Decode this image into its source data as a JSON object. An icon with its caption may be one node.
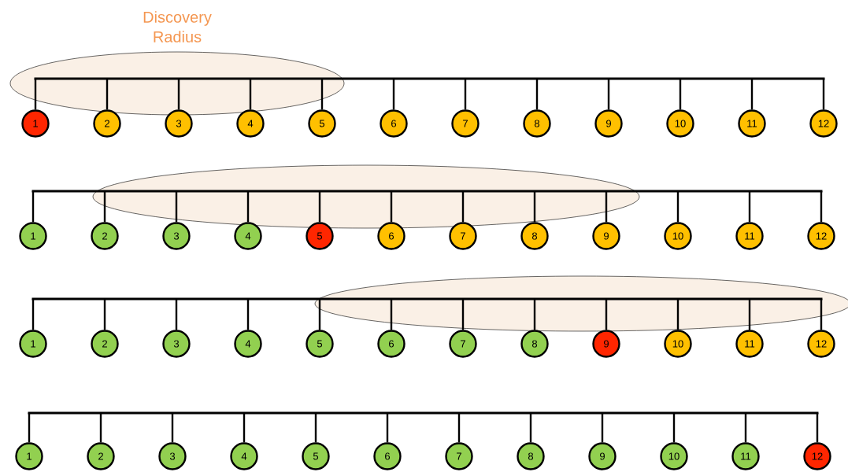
{
  "diagram": {
    "nodes": [
      {
        "text": [],
        "shape": "bar"
      },
      {
        "text": [
          "1"
        ]
      },
      {
        "text": [
          "2"
        ]
      },
      {
        "text": [
          "3"
        ]
      },
      {
        "text": [
          "4"
        ]
      },
      {
        "text": [
          "5"
        ]
      },
      {
        "text": [
          "6"
        ]
      },
      {
        "text": [
          "7"
        ]
      },
      {
        "text": [
          "8"
        ]
      },
      {
        "text": [
          "9"
        ]
      },
      {
        "text": [
          "10"
        ]
      },
      {
        "text": [
          "11"
        ]
      },
      {
        "text": [
          "12"
        ]
      },
      {
        "text": [],
        "shape": "bar"
      },
      {
        "text": [
          "1"
        ]
      },
      {
        "text": [
          "2"
        ]
      },
      {
        "text": [
          "3"
        ]
      },
      {
        "text": [
          "4"
        ]
      },
      {
        "text": [
          "5"
        ]
      },
      {
        "text": [
          "6"
        ]
      },
      {
        "text": [
          "7"
        ]
      },
      {
        "text": [
          "8"
        ]
      },
      {
        "text": [
          "9"
        ]
      },
      {
        "text": [
          "10"
        ]
      },
      {
        "text": [
          "11"
        ]
      },
      {
        "text": [
          "12"
        ]
      },
      {
        "text": [],
        "shape": "bar"
      },
      {
        "text": [
          "1"
        ]
      },
      {
        "text": [
          "2"
        ]
      },
      {
        "text": [
          "3"
        ]
      },
      {
        "text": [
          "4"
        ]
      },
      {
        "text": [
          "5"
        ]
      },
      {
        "text": [
          "6"
        ]
      },
      {
        "text": [
          "7"
        ]
      },
      {
        "text": [
          "8"
        ]
      },
      {
        "text": [
          "9"
        ]
      },
      {
        "text": [
          "10"
        ]
      },
      {
        "text": [
          "11"
        ]
      },
      {
        "text": [
          "12"
        ]
      },
      {
        "text": [],
        "shape": "bar"
      },
      {
        "text": [
          "1"
        ]
      },
      {
        "text": [
          "2"
        ]
      },
      {
        "text": [
          "3"
        ]
      },
      {
        "text": [
          "4"
        ]
      },
      {
        "text": [
          "5"
        ]
      },
      {
        "text": [
          "6"
        ]
      },
      {
        "text": [
          "7"
        ]
      },
      {
        "text": [
          "8"
        ]
      },
      {
        "text": [
          "9"
        ]
      },
      {
        "text": [
          "10"
        ]
      },
      {
        "text": [
          "11"
        ]
      },
      {
        "text": [
          "12"
        ]
      }
    ],
    "edges": [
      {
        "from": 0,
        "to": 1,
        "arrow": "none"
      },
      {
        "from": 0,
        "to": 2,
        "arrow": "none"
      },
      {
        "from": 0,
        "to": 3,
        "arrow": "none"
      },
      {
        "from": 0,
        "to": 4,
        "arrow": "none"
      },
      {
        "from": 0,
        "to": 5,
        "arrow": "none"
      },
      {
        "from": 0,
        "to": 6,
        "arrow": "none"
      },
      {
        "from": 0,
        "to": 7,
        "arrow": "none"
      },
      {
        "from": 0,
        "to": 8,
        "arrow": "none"
      },
      {
        "from": 0,
        "to": 9,
        "arrow": "none"
      },
      {
        "from": 0,
        "to": 10,
        "arrow": "none"
      },
      {
        "from": 0,
        "to": 11,
        "arrow": "none"
      },
      {
        "from": 0,
        "to": 12,
        "arrow": "none"
      },
      {
        "from": 13,
        "to": 14,
        "arrow": "none"
      },
      {
        "from": 13,
        "to": 15,
        "arrow": "none"
      },
      {
        "from": 13,
        "to": 16,
        "arrow": "none"
      },
      {
        "from": 13,
        "to": 17,
        "arrow": "none"
      },
      {
        "from": 13,
        "to": 18,
        "arrow": "none"
      },
      {
        "from": 13,
        "to": 19,
        "arrow": "none"
      },
      {
        "from": 13,
        "to": 20,
        "arrow": "none"
      },
      {
        "from": 13,
        "to": 21,
        "arrow": "none"
      },
      {
        "from": 13,
        "to": 22,
        "arrow": "none"
      },
      {
        "from": 13,
        "to": 23,
        "arrow": "none"
      },
      {
        "from": 13,
        "to": 24,
        "arrow": "none"
      },
      {
        "from": 13,
        "to": 25,
        "arrow": "none"
      },
      {
        "from": 26,
        "to": 27,
        "arrow": "none"
      },
      {
        "from": 26,
        "to": 28,
        "arrow": "none"
      },
      {
        "from": 26,
        "to": 29,
        "arrow": "none"
      },
      {
        "from": 26,
        "to": 30,
        "arrow": "none"
      },
      {
        "from": 26,
        "to": 31,
        "arrow": "none"
      },
      {
        "from": 26,
        "to": 32,
        "arrow": "none"
      },
      {
        "from": 26,
        "to": 33,
        "arrow": "none"
      },
      {
        "from": 26,
        "to": 34,
        "arrow": "none"
      },
      {
        "from": 26,
        "to": 35,
        "arrow": "none"
      },
      {
        "from": 26,
        "to": 36,
        "arrow": "none"
      },
      {
        "from": 26,
        "to": 37,
        "arrow": "none"
      },
      {
        "from": 26,
        "to": 38,
        "arrow": "none"
      },
      {
        "from": 39,
        "to": 40,
        "arrow": "none"
      },
      {
        "from": 39,
        "to": 41,
        "arrow": "none"
      },
      {
        "from": 39,
        "to": 42,
        "arrow": "none"
      },
      {
        "from": 39,
        "to": 43,
        "arrow": "none"
      },
      {
        "from": 39,
        "to": 44,
        "arrow": "none"
      },
      {
        "from": 39,
        "to": 45,
        "arrow": "none"
      },
      {
        "from": 39,
        "to": 46,
        "arrow": "none"
      },
      {
        "from": 39,
        "to": 47,
        "arrow": "none"
      },
      {
        "from": 39,
        "to": 48,
        "arrow": "none"
      },
      {
        "from": 39,
        "to": 49,
        "arrow": "none"
      },
      {
        "from": 39,
        "to": 50,
        "arrow": "none"
      },
      {
        "from": 39,
        "to": 51,
        "arrow": "none"
      }
    ],
    "labels": [
      "Discovery Radius"
    ]
  }
}
